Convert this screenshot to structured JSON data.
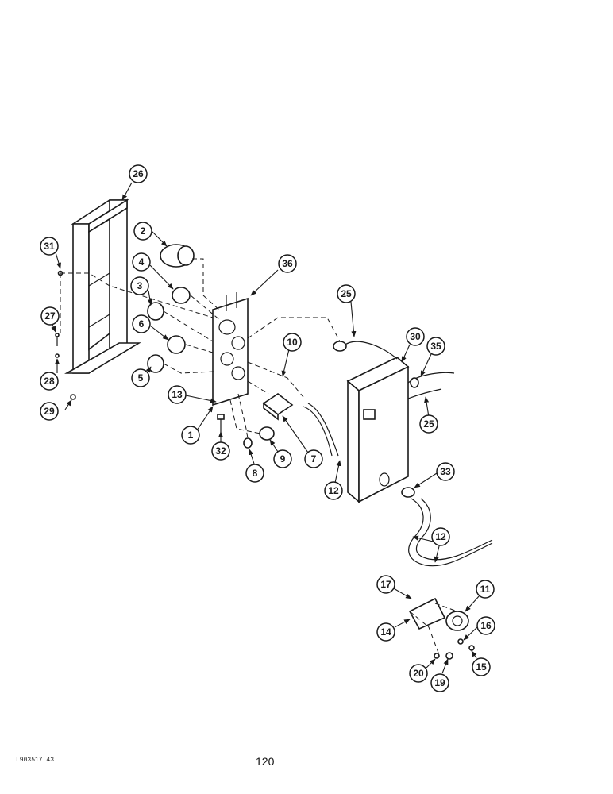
{
  "footer": {
    "code": "L903517 43",
    "page_number": "120"
  },
  "callouts": [
    "26",
    "2",
    "31",
    "36",
    "4",
    "3",
    "27",
    "6",
    "5",
    "28",
    "13",
    "29",
    "1",
    "32",
    "8",
    "9",
    "7",
    "10",
    "25",
    "30",
    "35",
    "25",
    "12",
    "33",
    "12",
    "17",
    "11",
    "14",
    "16",
    "15",
    "20",
    "19"
  ]
}
